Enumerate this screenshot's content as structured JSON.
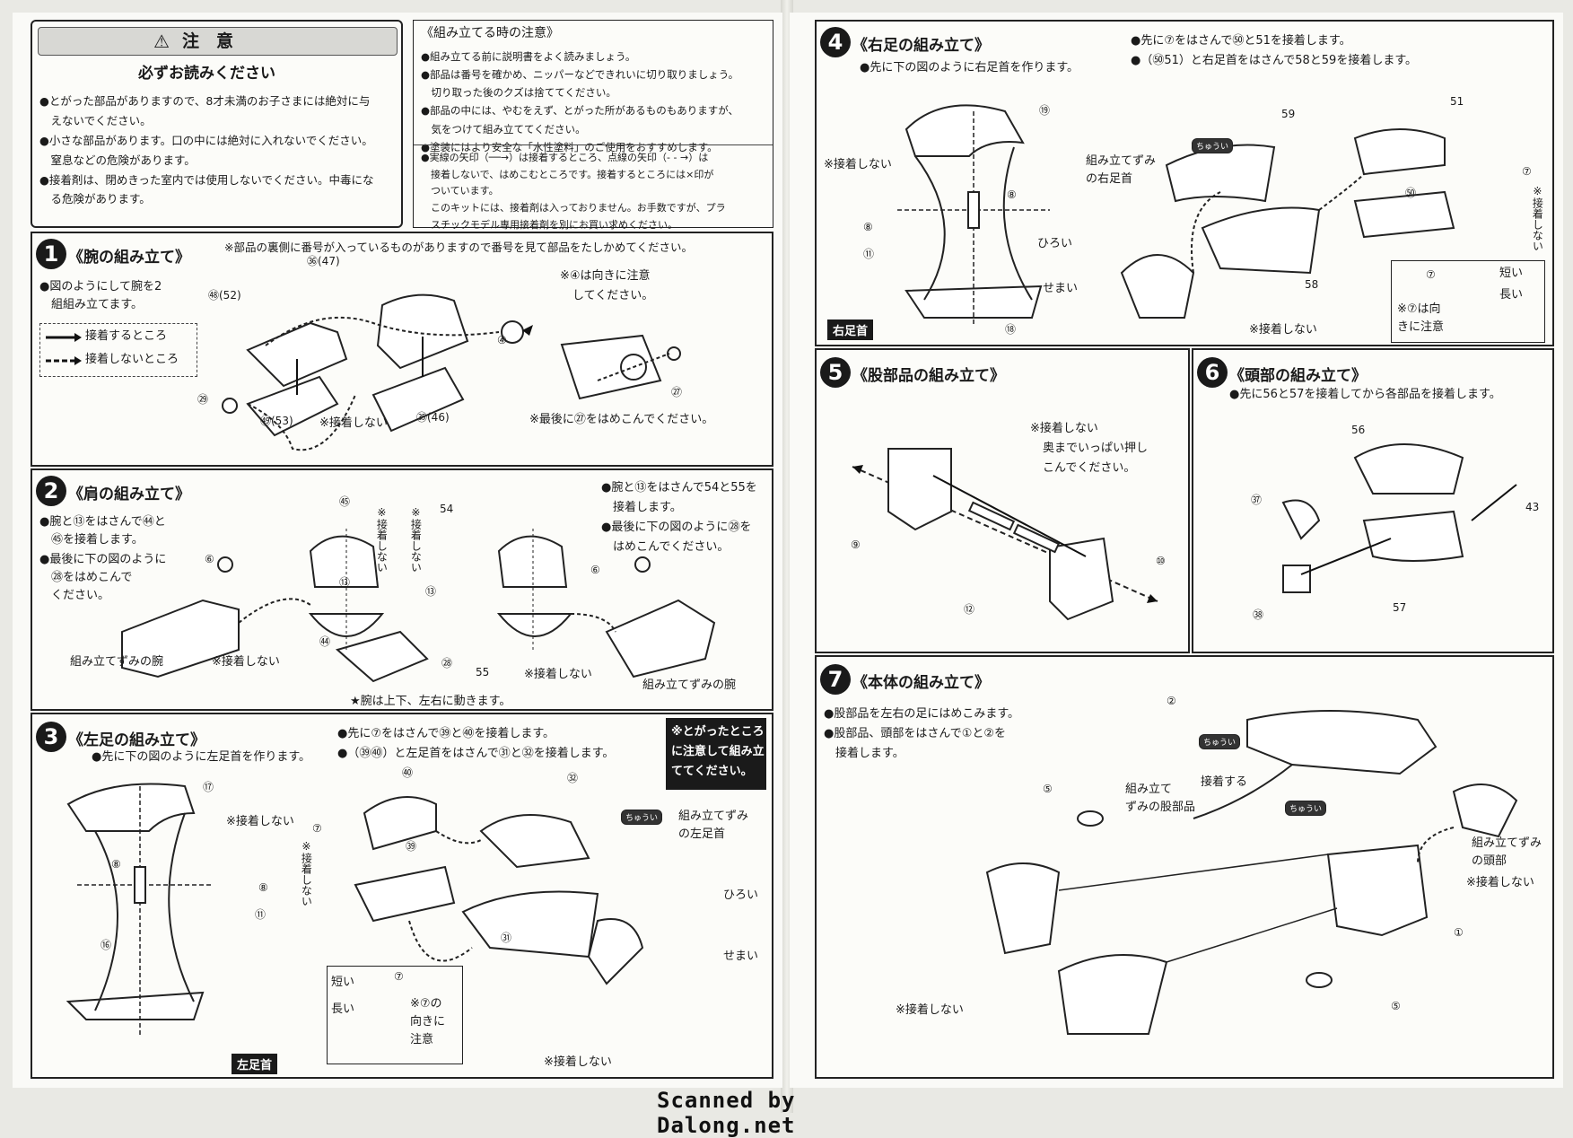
{
  "caution": {
    "title": "注　意",
    "subtitle": "必ずお読みください",
    "lines": [
      "●とがった部品がありますので、8才未満のお子さまには絶対に与",
      "　えないでください。",
      "●小さな部品があります。口の中には絶対に入れないでください。",
      "　窒息などの危険があります。",
      "●接着剤は、閉めきった室内では使用しないでください。中毒にな",
      "　る危険があります。"
    ]
  },
  "assembly_notes": {
    "title": "《組み立てる時の注意》",
    "lines": [
      "●組み立てる前に説明書をよく読みましょう。",
      "●部品は番号を確かめ、ニッパーなどできれいに切り取りましょう。",
      "　切り取った後のクズは捨ててください。",
      "●部品の中には、やむをえず、とがった所があるものもありますが、",
      "　気をつけて組み立ててください。",
      "●塗装にはより安全な「水性塗料」のご使用をおすすめします。"
    ],
    "arrow_lines": [
      "●実線の矢印（──→）は接着するところ、点線の矢印（- - →）は",
      "　接着しないで、はめこむところです。接着するところには×印が",
      "　ついています。",
      "　このキットには、接着剤は入っておりません。お手数ですが、プラ",
      "　スチックモデル専用接着剤を別にお買い求めください。"
    ]
  },
  "step1": {
    "num": "1",
    "title": "《腕の組み立て》",
    "header_note": "※部品の裏側に番号が入っているものがありますので番号を見て部品をたしかめてください。",
    "lines": [
      "●図のようにして腕を2",
      "　組組み立てます。"
    ],
    "legend_glue": "接着するところ",
    "legend_noglue": "接着しないところ",
    "note_direction": "※④は向きに注意",
    "note_direction2": "してください。",
    "no_glue": "※接着しない",
    "last_note": "※最後に㉗をはめこんでください。",
    "parts": [
      "㊽(52)",
      "㊱(47)",
      "④",
      "㉙",
      "㊾(53)",
      "㉟(46)",
      "㉗"
    ]
  },
  "step2": {
    "num": "2",
    "title": "《肩の組み立て》",
    "lines": [
      "●腕と⑬をはさんで㊹と",
      "　㊺を接着します。",
      "●最後に下の図のように",
      "　㉘をはめこんで",
      "　ください。"
    ],
    "right_lines": [
      "●腕と⑬をはさんで54と55を",
      "　接着します。",
      "●最後に下の図のように㉘を",
      "　はめこんでください。"
    ],
    "assembled_arm_left": "組み立てずみの腕",
    "assembled_arm_right": "組み立てずみの腕",
    "no_glue": "※接着しない",
    "no_glue_v": "※接着しない",
    "movement_note": "★腕は上下、左右に動きます。",
    "parts": [
      "⑥",
      "㊺",
      "⑬",
      "㊹",
      "54",
      "⑬",
      "⑥",
      "55",
      "㉘"
    ]
  },
  "step3": {
    "num": "3",
    "title": "《左足の組み立て》",
    "lines": [
      "●先に下の図のように左足首を作ります。"
    ],
    "right_lines": [
      "●先に⑦をはさんで㊴と㊵を接着します。",
      "●（㊴㊵）と左足首をはさんで㉛と㉜を接着します。"
    ],
    "warning_box": [
      "※とがったところ",
      "に注意して組み立",
      "ててください。"
    ],
    "no_glue": "※接着しない",
    "no_glue2": "※接着しない",
    "no_glue_v": "※接着しない",
    "assembled_ankle": [
      "組み立てずみ",
      "の左足首"
    ],
    "wide": "ひろい",
    "narrow": "せまい",
    "short": "短い",
    "long": "長い",
    "orientation": [
      "※⑦の",
      "向きに",
      "注意"
    ],
    "tag": "左足首",
    "chui": "ちゅうい",
    "parts": [
      "⑰",
      "⑧",
      "⑧",
      "⑪",
      "⑯",
      "㊵",
      "⑦",
      "㊴",
      "㉜",
      "㉛",
      "⑦"
    ]
  },
  "step4": {
    "num": "4",
    "title": "《右足の組み立て》",
    "lines": [
      "●先に下の図のように右足首を作ります。"
    ],
    "right_lines": [
      "●先に⑦をはさんで㊿と51を接着します。",
      "●（㊿51）と右足首をはさんで58と59を接着します。"
    ],
    "no_glue": "※接着しない",
    "no_glue2": "※接着しない",
    "no_glue_v": "※接着しない",
    "assembled_ankle": [
      "組み立てずみ",
      "の右足首"
    ],
    "wide": "ひろい",
    "narrow": "せまい",
    "short": "短い",
    "long": "長い",
    "orientation": [
      "※⑦は向",
      "きに注意"
    ],
    "tag": "右足首",
    "chui": "ちゅうい",
    "parts": [
      "⑲",
      "⑧",
      "⑧",
      "⑪",
      "⑱",
      "59",
      "51",
      "⑦",
      "㊿",
      "58",
      "⑦"
    ]
  },
  "step5": {
    "num": "5",
    "title": "《股部品の組み立て》",
    "note": [
      "※接着しない",
      "奥までいっぱい押し",
      "こんでください。"
    ],
    "parts": [
      "⑨",
      "⑩",
      "⑫"
    ]
  },
  "step6": {
    "num": "6",
    "title": "《頭部の組み立て》",
    "lines": [
      "●先に56と57を接着してから各部品を接着します。"
    ],
    "parts": [
      "56",
      "㊲",
      "43",
      "㊳",
      "57"
    ]
  },
  "step7": {
    "num": "7",
    "title": "《本体の組み立て》",
    "lines": [
      "●股部品を左右の足にはめこみます。",
      "●股部品、頭部をはさんで①と②を",
      "　接着します。"
    ],
    "glue": "接着する",
    "assembled_crotch": [
      "組み立て",
      "ずみの股部品"
    ],
    "assembled_head": [
      "組み立てずみ",
      "の頭部"
    ],
    "no_glue": "※接着しない",
    "no_glue2": "※接着しない",
    "chui": "ちゅうい",
    "parts": [
      "②",
      "⑤",
      "①",
      "⑤"
    ]
  },
  "credit": "Scanned by Dalong.net"
}
